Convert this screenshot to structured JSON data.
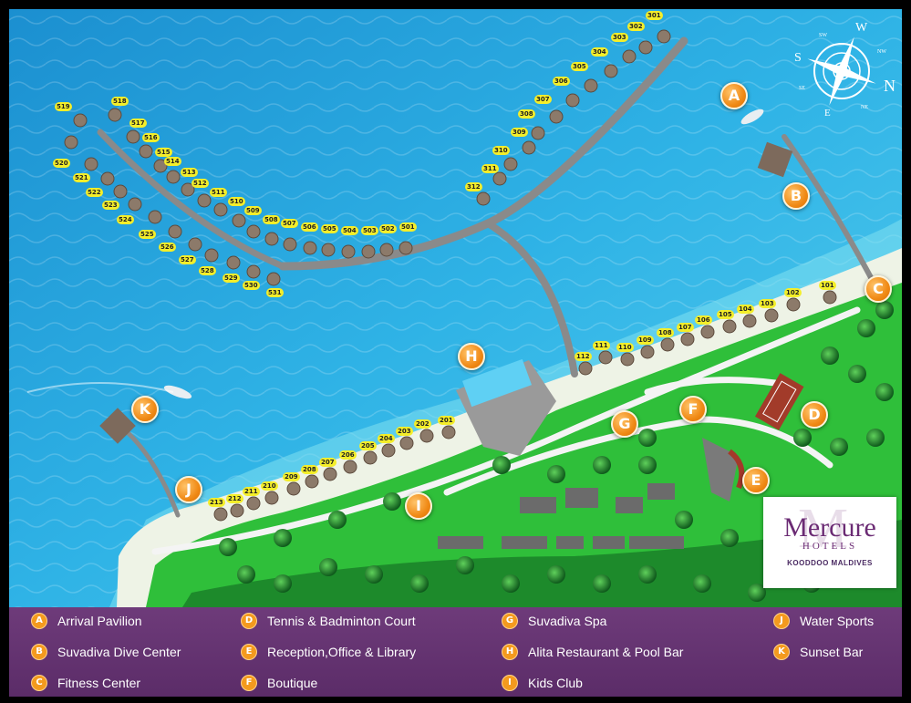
{
  "map": {
    "markers": [
      {
        "letter": "A"
      },
      {
        "letter": "B"
      },
      {
        "letter": "C"
      },
      {
        "letter": "D"
      },
      {
        "letter": "E"
      },
      {
        "letter": "F"
      },
      {
        "letter": "G"
      },
      {
        "letter": "H"
      },
      {
        "letter": "I"
      },
      {
        "letter": "J"
      },
      {
        "letter": "K"
      }
    ],
    "villa_numbers": {
      "row_300": [
        "301",
        "302",
        "303",
        "304",
        "305",
        "306",
        "307",
        "308",
        "309",
        "310",
        "311",
        "312"
      ],
      "row_500": [
        "501",
        "502",
        "503",
        "504",
        "505",
        "506",
        "507",
        "508",
        "509",
        "510",
        "511",
        "512",
        "513",
        "514",
        "515",
        "516",
        "517",
        "518",
        "519",
        "520",
        "521",
        "522",
        "523",
        "524",
        "525",
        "526",
        "527",
        "528",
        "529",
        "530",
        "531"
      ],
      "row_100": [
        "101",
        "102",
        "103",
        "104",
        "105",
        "106",
        "107",
        "108",
        "109",
        "110",
        "111",
        "112"
      ],
      "row_200": [
        "201",
        "202",
        "203",
        "204",
        "205",
        "206",
        "207",
        "208",
        "209",
        "210",
        "211",
        "212",
        "213"
      ]
    }
  },
  "compass": {
    "n": "N",
    "s": "S",
    "e": "E",
    "w": "W",
    "nw": "NW",
    "ne": "NE",
    "sw": "SW",
    "se": "SE"
  },
  "logo": {
    "brand": "Mercure",
    "sub": "HOTELS",
    "location": "KOODDOO MALDIVES"
  },
  "legend": [
    {
      "letter": "A",
      "label": "Arrival Pavilion"
    },
    {
      "letter": "B",
      "label": "Suvadiva Dive Center"
    },
    {
      "letter": "C",
      "label": "Fitness Center"
    },
    {
      "letter": "D",
      "label": "Tennis & Badminton Court"
    },
    {
      "letter": "E",
      "label": "Reception,Office & Library"
    },
    {
      "letter": "F",
      "label": "Boutique"
    },
    {
      "letter": "G",
      "label": "Suvadiva Spa"
    },
    {
      "letter": "H",
      "label": "Alita Restaurant & Pool Bar"
    },
    {
      "letter": "I",
      "label": "Kids Club"
    },
    {
      "letter": "J",
      "label": "Water Sports"
    },
    {
      "letter": "K",
      "label": "Sunset Bar"
    }
  ],
  "colors": {
    "sea": "#1a9fd8",
    "island": "#2fbf3a",
    "sand": "#eef3e6",
    "path": "#f4f4f4",
    "jetty": "#8a8a8a",
    "marker": "#f08a16",
    "legend_bg": "#6e3b7a"
  }
}
